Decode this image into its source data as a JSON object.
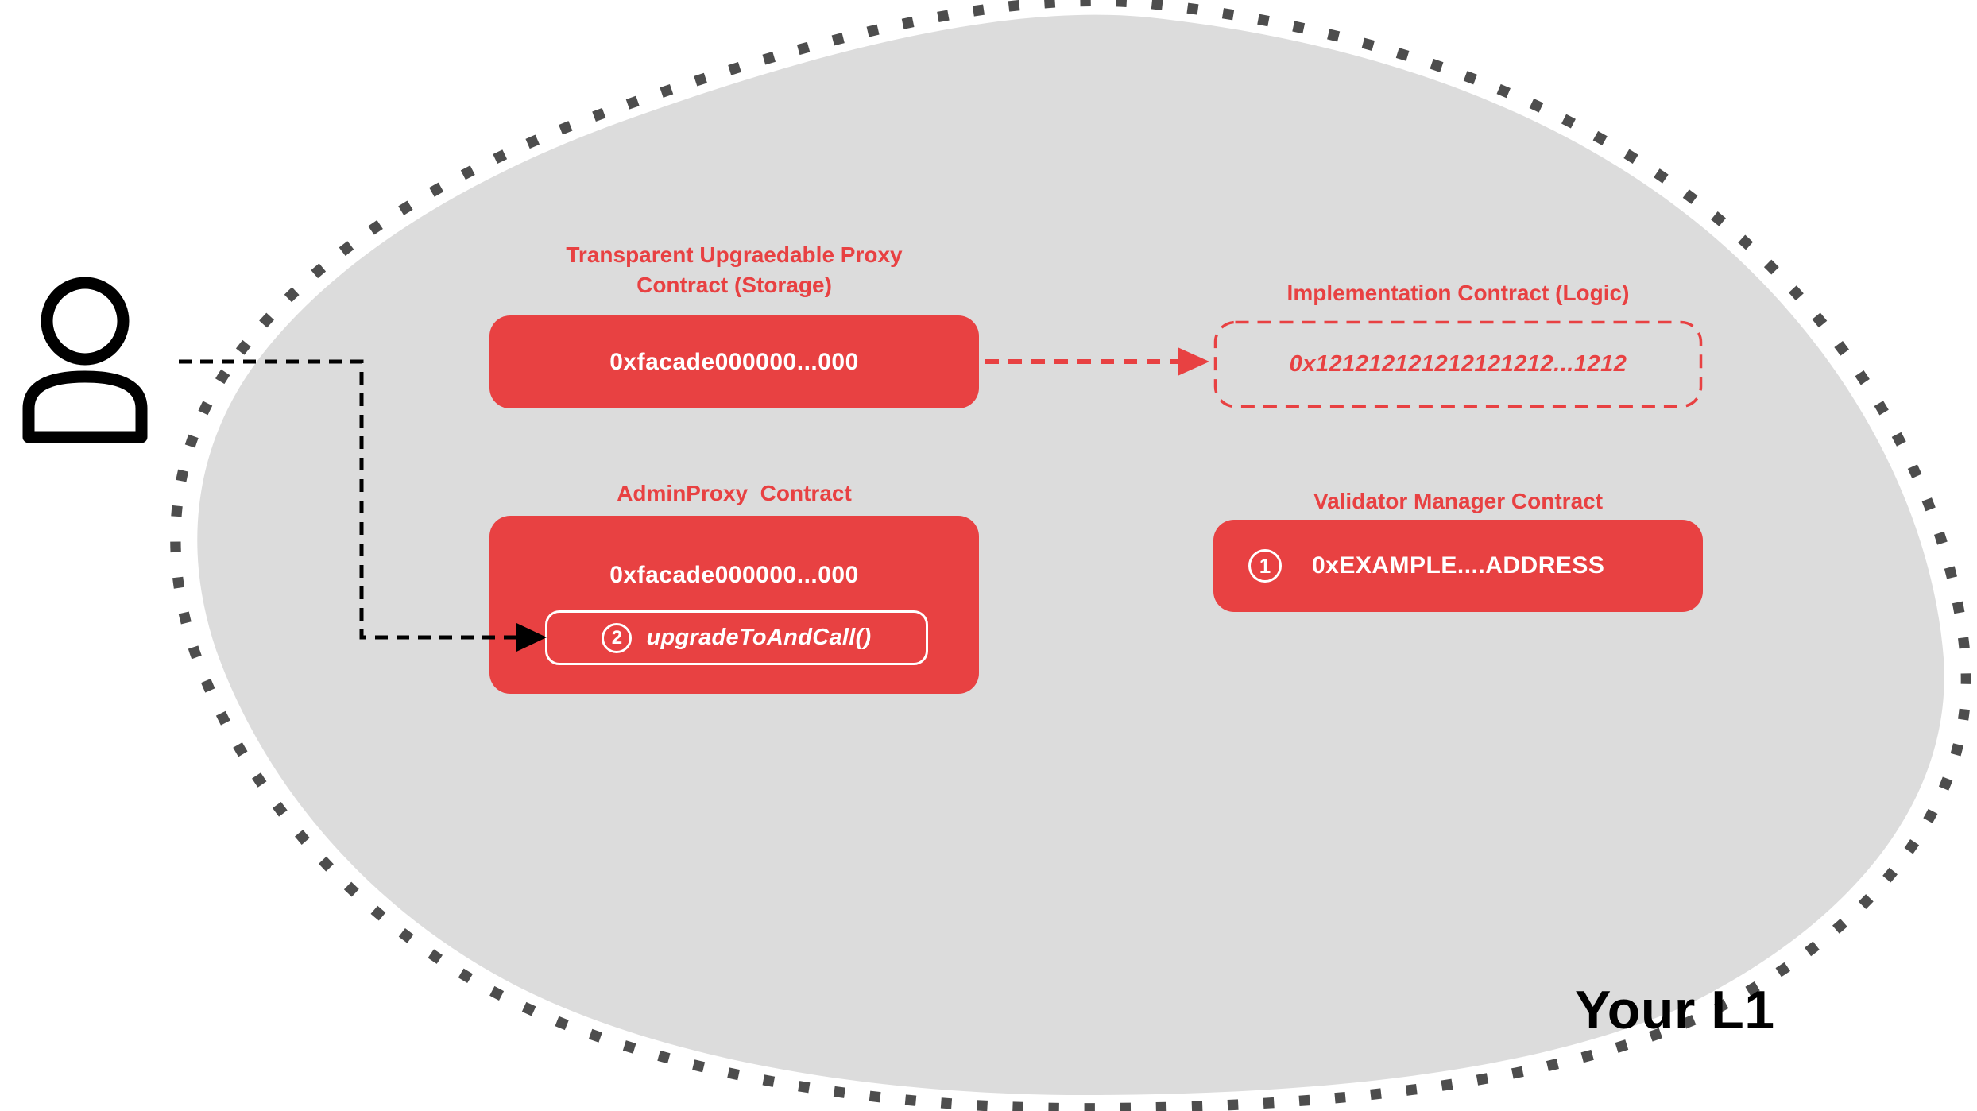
{
  "colors": {
    "accent_red": "#E84142",
    "blob_gray": "#DCDCDC",
    "dot_gray": "#4D4D4D",
    "black": "#000000",
    "white": "#FFFFFF"
  },
  "proxy_contract": {
    "title_line1": "Transparent Upgraedable Proxy",
    "title_line2": "Contract (Storage)",
    "address": "0xfacade000000...000"
  },
  "implementation_contract": {
    "title": "Implementation Contract (Logic)",
    "address": "0x121212121212121212...1212"
  },
  "admin_proxy_contract": {
    "title": "AdminProxy  Contract",
    "address": "0xfacade000000...000",
    "step_number": "2",
    "method": "upgradeToAndCall()"
  },
  "validator_manager_contract": {
    "title": "Validator Manager Contract",
    "step_number": "1",
    "address": "0xEXAMPLE....ADDRESS"
  },
  "region": {
    "label": "Your L1"
  }
}
